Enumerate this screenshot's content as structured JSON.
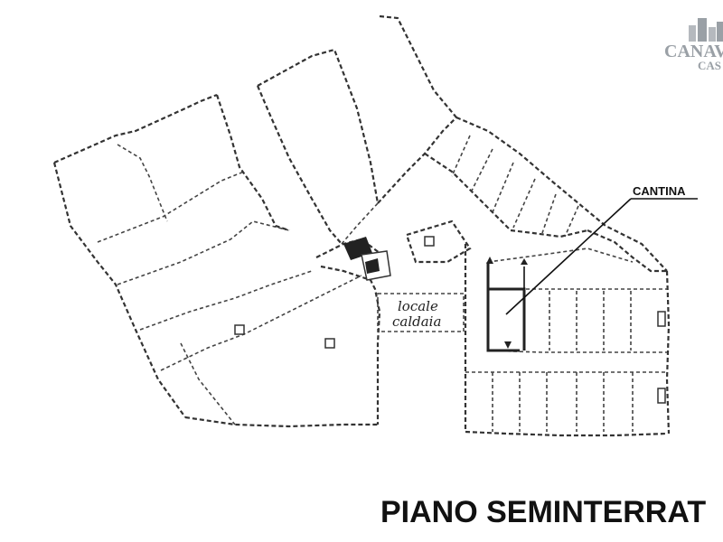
{
  "plan": {
    "title": "PIANO SEMINTERRAT",
    "callout_label": "CANTINA",
    "room_label_line1": "locale",
    "room_label_line2": "caldaia"
  },
  "logo": {
    "text_main": "CANAV",
    "text_sub": "CAS",
    "icon": "building-icon"
  }
}
